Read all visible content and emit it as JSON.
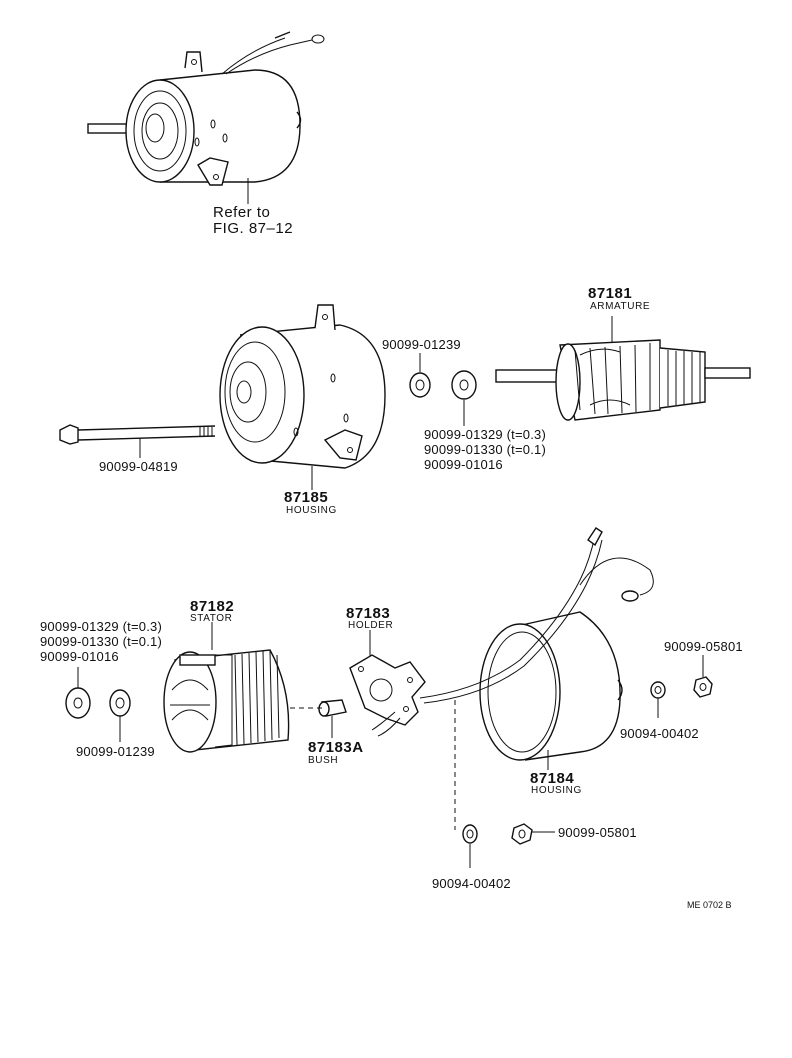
{
  "refer": {
    "line1": "Refer to",
    "line2": "FIG. 87–12"
  },
  "parts": {
    "armature": {
      "number": "87181",
      "name": "ARMATURE"
    },
    "housing_top": {
      "number": "87185",
      "name": "HOUSING"
    },
    "bolt": {
      "number": "90099-04819"
    },
    "washer_top_a": {
      "number": "90099-01239"
    },
    "washer_top_b": {
      "lines": [
        "90099-01329 (t=0.3)",
        "90099-01330 (t=0.1)",
        "90099-01016"
      ]
    },
    "stator": {
      "number": "87182",
      "name": "STATOR"
    },
    "washer_left_a": {
      "lines": [
        "90099-01329 (t=0.3)",
        "90099-01330 (t=0.1)",
        "90099-01016"
      ]
    },
    "washer_left_b": {
      "number": "90099-01239"
    },
    "holder": {
      "number": "87183",
      "name": "HOLDER"
    },
    "bush": {
      "number": "87183A",
      "name": "BUSH"
    },
    "housing_bottom": {
      "number": "87184",
      "name": "HOUSING"
    },
    "nut_right": {
      "number": "90099-05801"
    },
    "lockwasher_right": {
      "number": "90094-00402"
    },
    "nut_bottom": {
      "number": "90099-05801"
    },
    "lockwasher_bottom": {
      "number": "90094-00402"
    }
  },
  "code": "ME 0702 B"
}
